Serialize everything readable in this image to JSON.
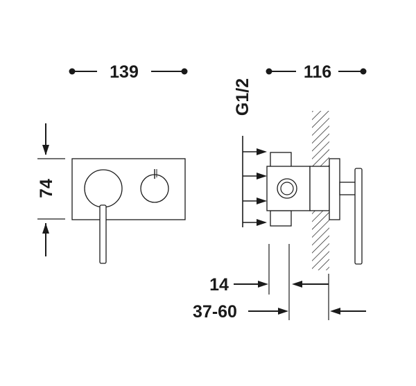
{
  "dimensions": {
    "front_width": "139",
    "front_height": "74",
    "side_depth": "116",
    "thread": "G1/2",
    "wall_offset": "14",
    "install_range": "37-60"
  },
  "colors": {
    "ink": "#1a1a1a",
    "background": "#ffffff"
  }
}
